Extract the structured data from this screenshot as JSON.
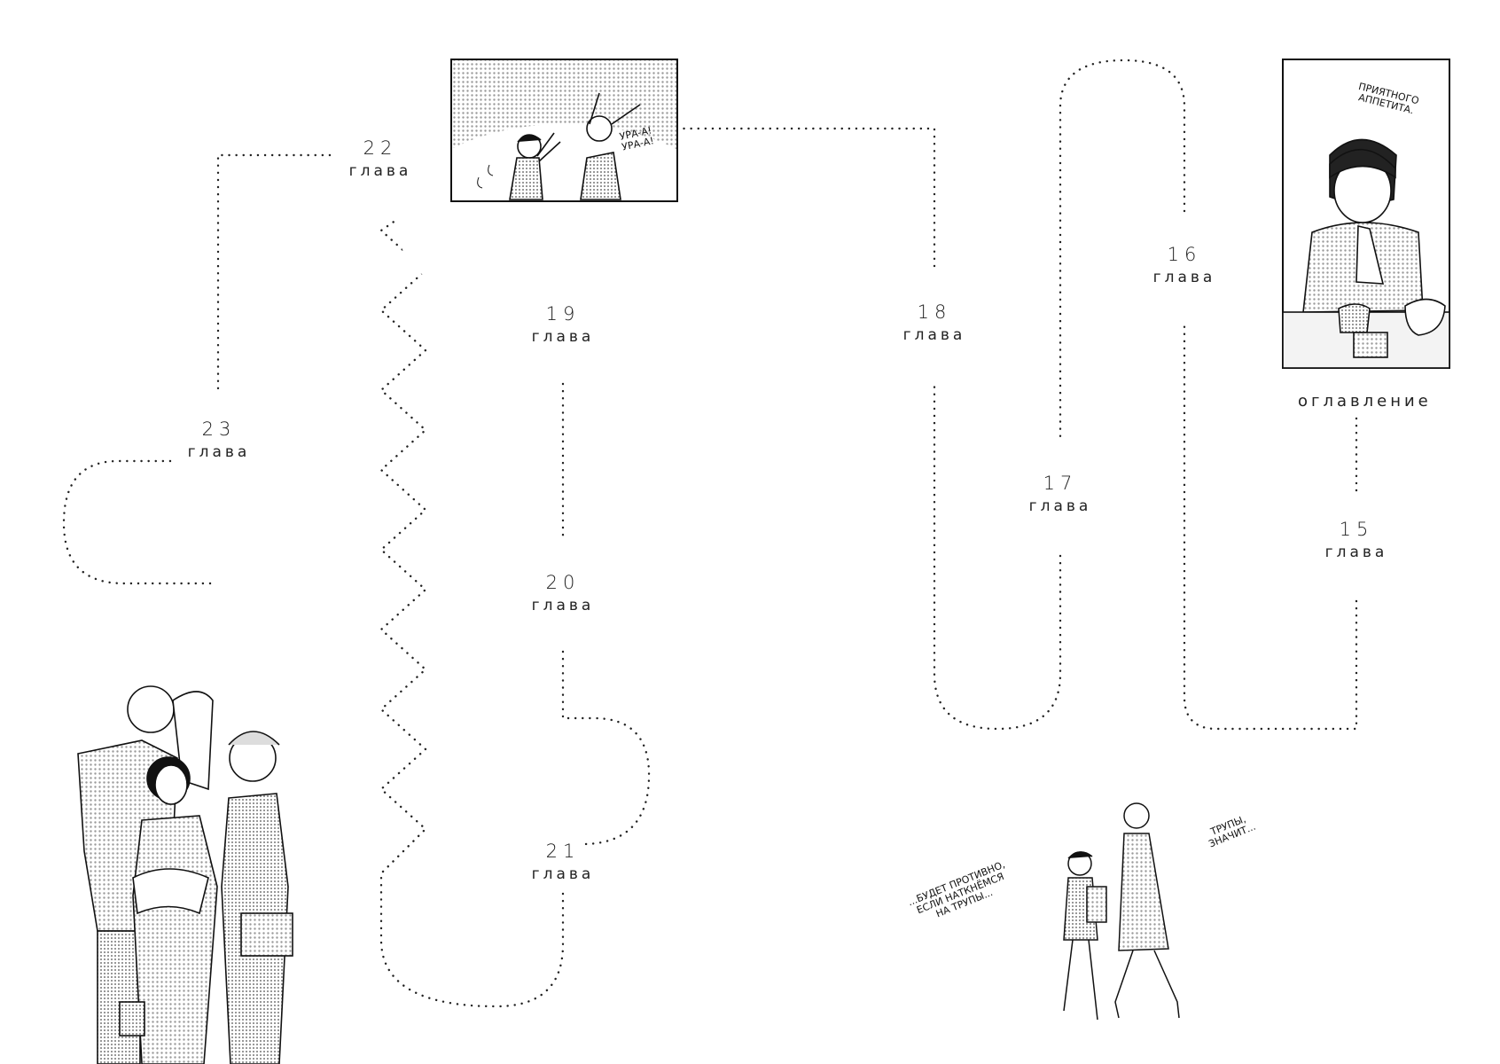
{
  "chapter_word": "глава",
  "toc_label": "оглавление",
  "chapters": [
    {
      "num": "15",
      "word": "глава"
    },
    {
      "num": "16",
      "word": "глава"
    },
    {
      "num": "17",
      "word": "глава"
    },
    {
      "num": "18",
      "word": "глава"
    },
    {
      "num": "19",
      "word": "глава"
    },
    {
      "num": "20",
      "word": "глава"
    },
    {
      "num": "21",
      "word": "глава"
    },
    {
      "num": "22",
      "word": "глава"
    },
    {
      "num": "23",
      "word": "глава"
    }
  ],
  "speech": {
    "appetite": "ПРИЯТНОГО\nАППЕТИТА.",
    "cheer": "УРА-А!\nУРА-А!",
    "corpses": "ТРУПЫ,\nЗНАЧИТ...",
    "gross": "...БУДЕТ ПРОТИВНО,\nЕСЛИ НАТКНЁМСЯ\nНА ТРУПЫ..."
  },
  "colors": {
    "ink": "#222222",
    "screentone": "#bdbdbd",
    "paper": "#ffffff"
  }
}
